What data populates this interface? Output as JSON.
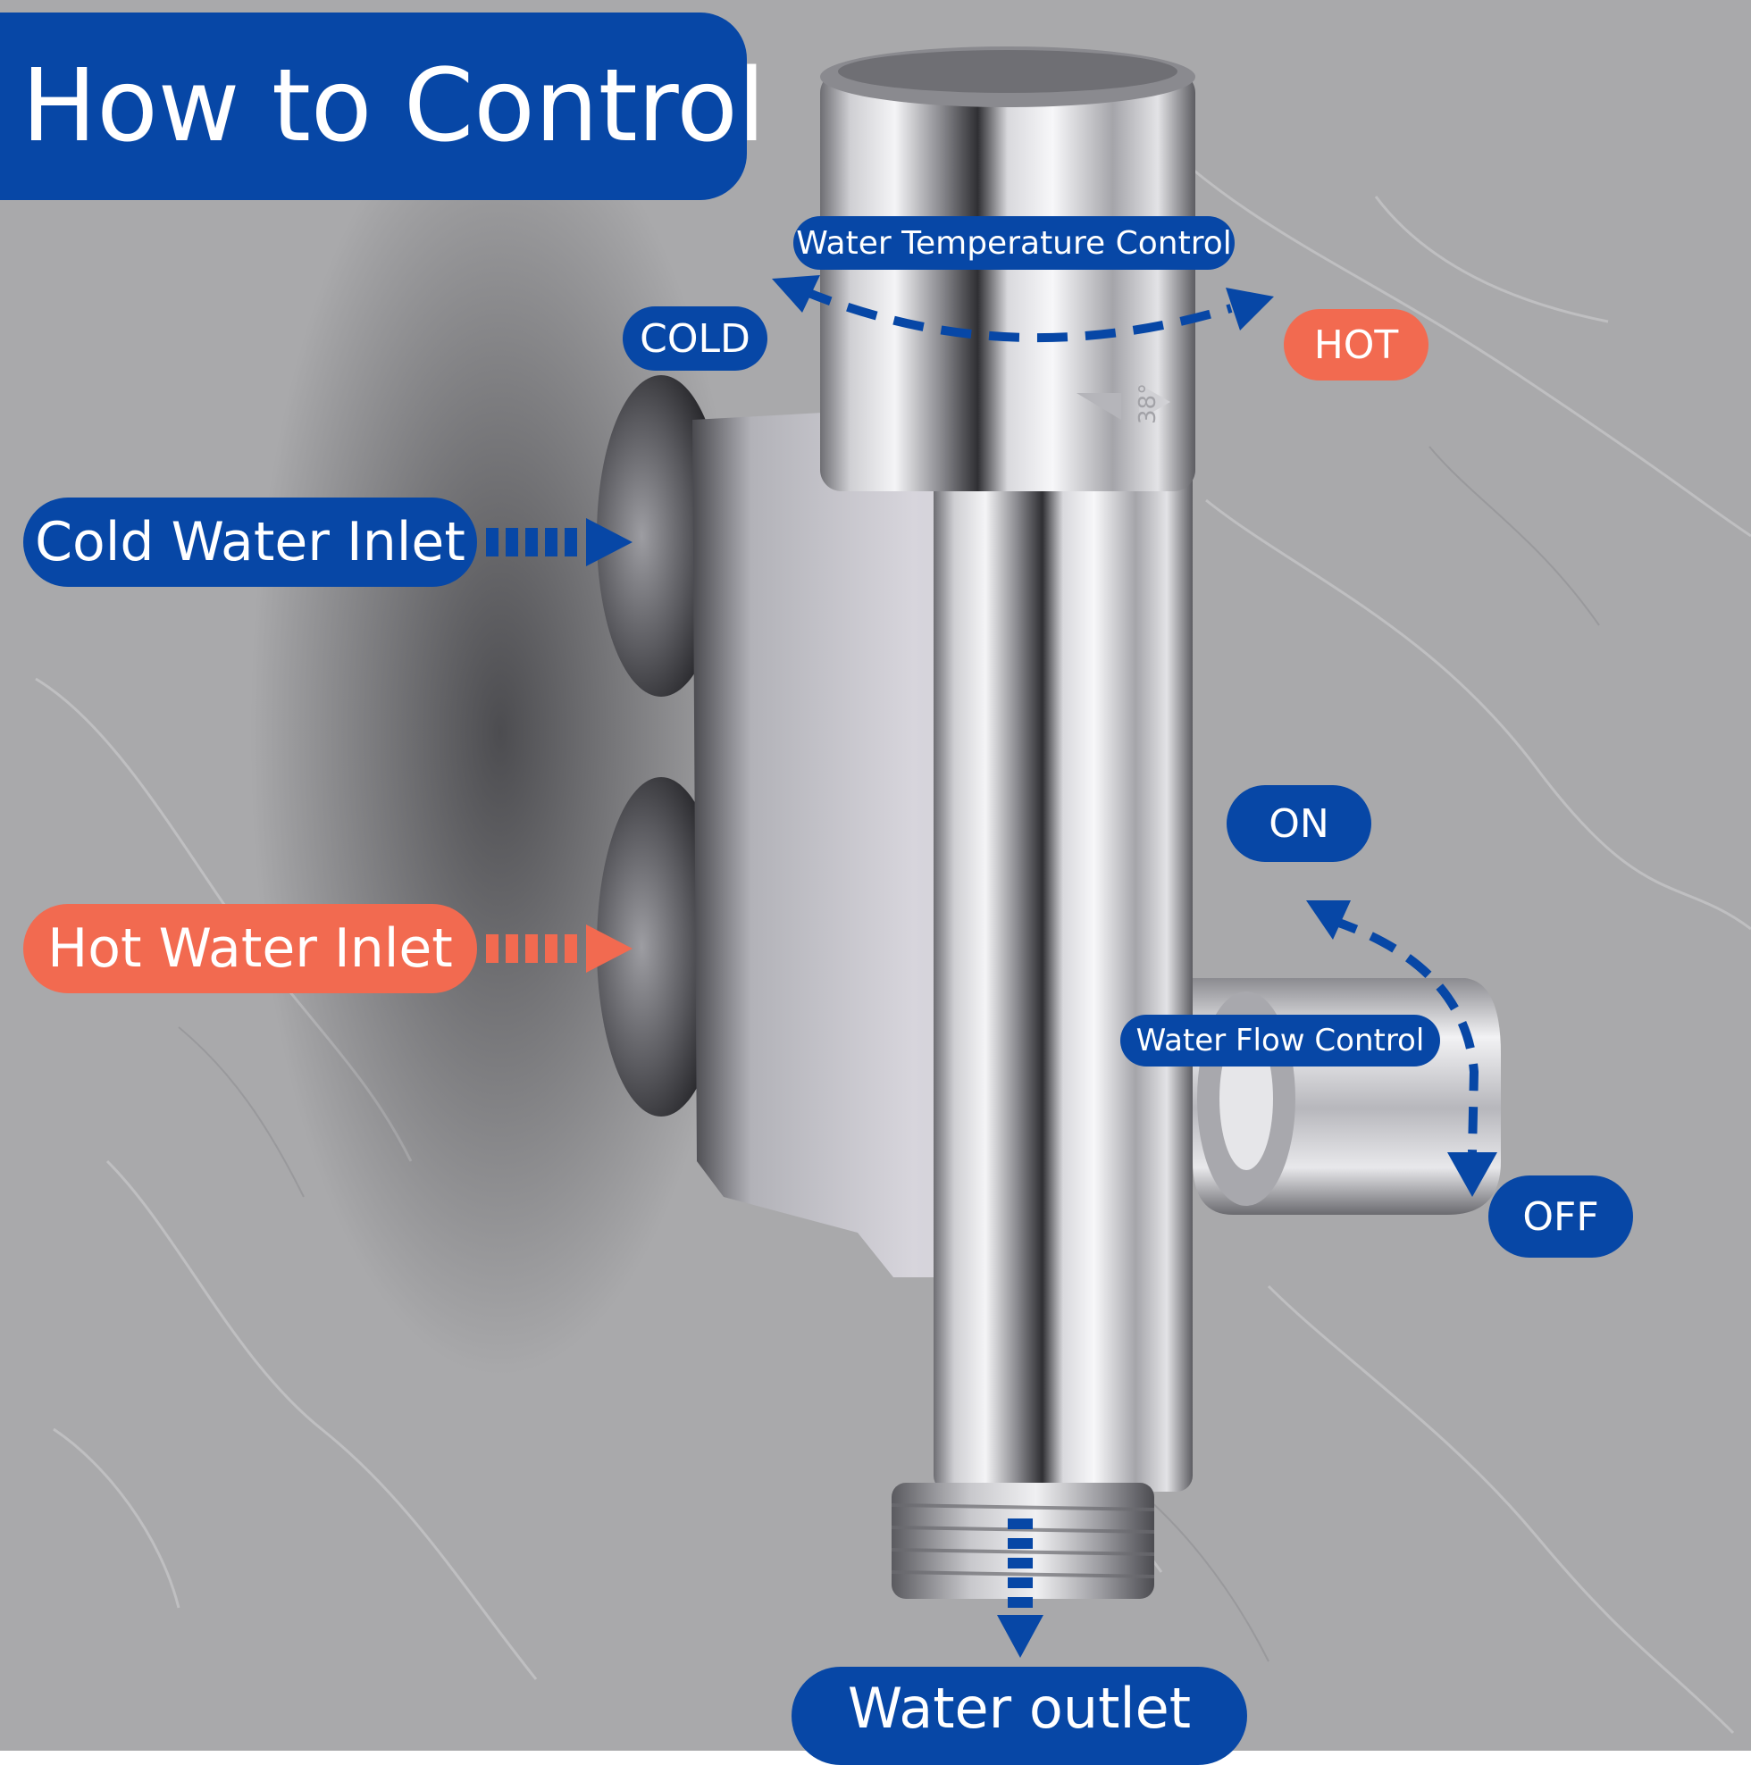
{
  "title": "How to Control",
  "labels": {
    "temperature_control": "Water Temperature Control",
    "cold": "COLD",
    "hot": "HOT",
    "cold_inlet": "Cold Water Inlet",
    "hot_inlet": "Hot Water Inlet",
    "on": "ON",
    "off": "OFF",
    "flow_control": "Water Flow Control",
    "outlet": "Water outlet"
  },
  "dial_marking": "38°",
  "colors": {
    "brand_blue": "#0747a6",
    "hot_orange": "#f26a50",
    "marble": "#a9a9ab",
    "chrome": "#c4c4c8"
  },
  "icons": [
    "cold-water-arrow-icon",
    "hot-water-arrow-icon",
    "temperature-arc-arrow-icon",
    "flow-arc-arrow-icon",
    "outlet-arrow-icon"
  ]
}
